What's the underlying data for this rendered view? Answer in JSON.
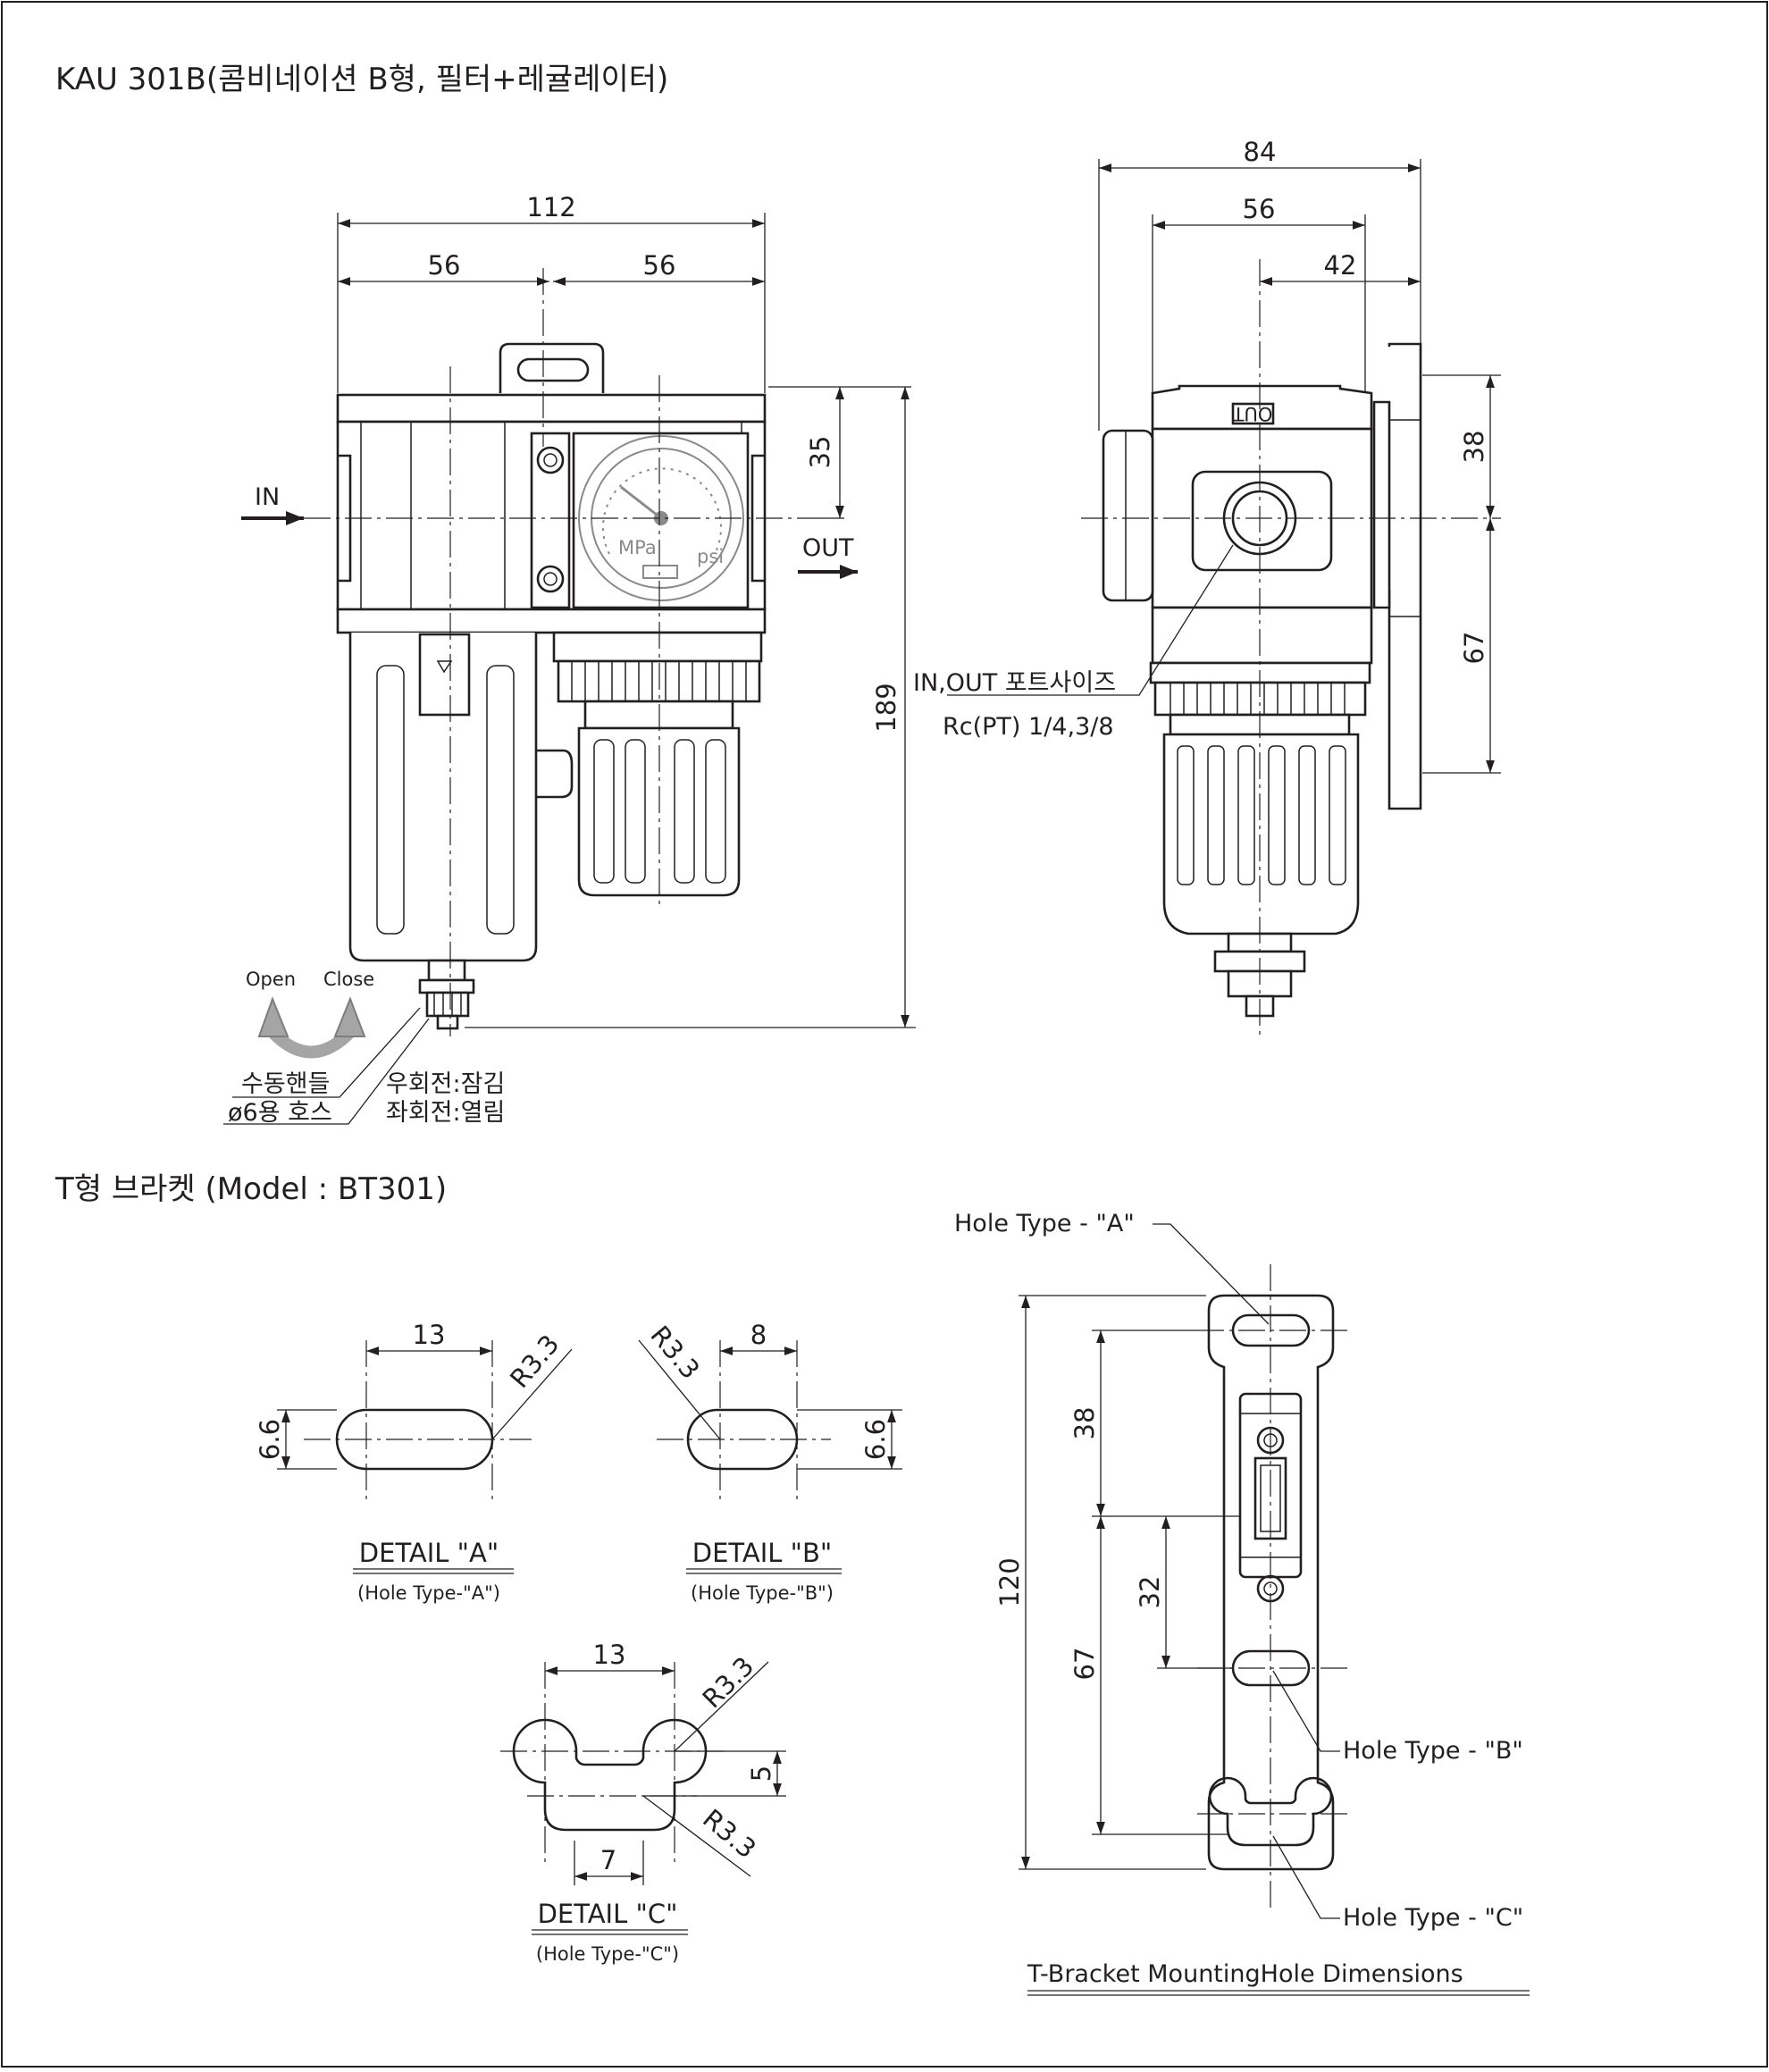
{
  "drawing": {
    "title_main": "KAU 301B(콤비네이션 B형, 필터+레귤레이터)",
    "title_bracket": "T형 브라켓 (Model : BT301)",
    "front": {
      "dim_total_width": "112",
      "dim_left_half": "56",
      "dim_right_half": "56",
      "dim_top_offset": "35",
      "dim_total_height": "189",
      "label_in": "IN",
      "label_out": "OUT",
      "label_open": "Open",
      "label_close": "Close",
      "label_manual_handle": "수동핸들",
      "label_hose": "ø6용 호스",
      "label_right_turn": "우회전:잠김",
      "label_left_turn": "좌회전:열림",
      "gauge_unit_mpa": "MPa",
      "gauge_unit_psi": "psi"
    },
    "side": {
      "dim_total_width": "84",
      "dim_body_width": "56",
      "dim_center_offset": "42",
      "dim_upper": "38",
      "dim_lower": "67",
      "label_port_size": "IN,OUT 포트사이즈",
      "label_port_thread": "Rc(PT) 1/4,3/8",
      "label_out_mark": "OUT"
    },
    "detail_a": {
      "dim_length": "13",
      "dim_height": "6.6",
      "dim_radius": "R3.3",
      "title": "DETAIL \"A\"",
      "subtitle": "(Hole Type-\"A\")"
    },
    "detail_b": {
      "dim_length": "8",
      "dim_height": "6.6",
      "dim_radius": "R3.3",
      "title": "DETAIL \"B\"",
      "subtitle": "(Hole Type-\"B\")"
    },
    "detail_c": {
      "dim_length": "13",
      "dim_depth": "5",
      "dim_bottom": "7",
      "dim_radius_top": "R3.3",
      "dim_radius_bottom": "R3.3",
      "title": "DETAIL \"C\"",
      "subtitle": "(Hole Type-\"C\")"
    },
    "bracket": {
      "label_hole_a": "Hole Type -  \"A\"",
      "label_hole_b": "Hole Type -  \"B\"",
      "label_hole_c": "Hole Type -  \"C\"",
      "dim_total": "120",
      "dim_upper": "38",
      "dim_lower": "67",
      "dim_slot": "32",
      "caption": "T-Bracket  MountingHole Dimensions"
    }
  }
}
